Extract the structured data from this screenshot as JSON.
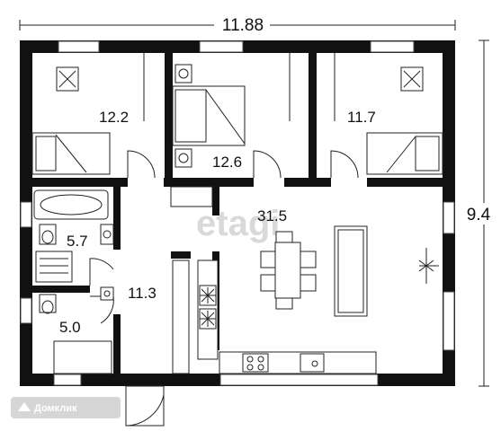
{
  "dimensions": {
    "width_label": "11.88",
    "height_label": "9.4"
  },
  "rooms": [
    {
      "id": "bedroom-left",
      "area": "12.2"
    },
    {
      "id": "bedroom-middle",
      "area": "12.6"
    },
    {
      "id": "bedroom-right",
      "area": "11.7"
    },
    {
      "id": "living-kitchen",
      "area": "31.5"
    },
    {
      "id": "bathroom",
      "area": "5.7"
    },
    {
      "id": "hallway",
      "area": "11.3"
    },
    {
      "id": "toilet",
      "area": "5.0"
    }
  ],
  "watermark": {
    "text": "etagi"
  },
  "logo": {
    "text": "Домклик"
  },
  "colors": {
    "wall": "#111111",
    "background": "#ffffff",
    "watermark": "#d9d9d9"
  }
}
